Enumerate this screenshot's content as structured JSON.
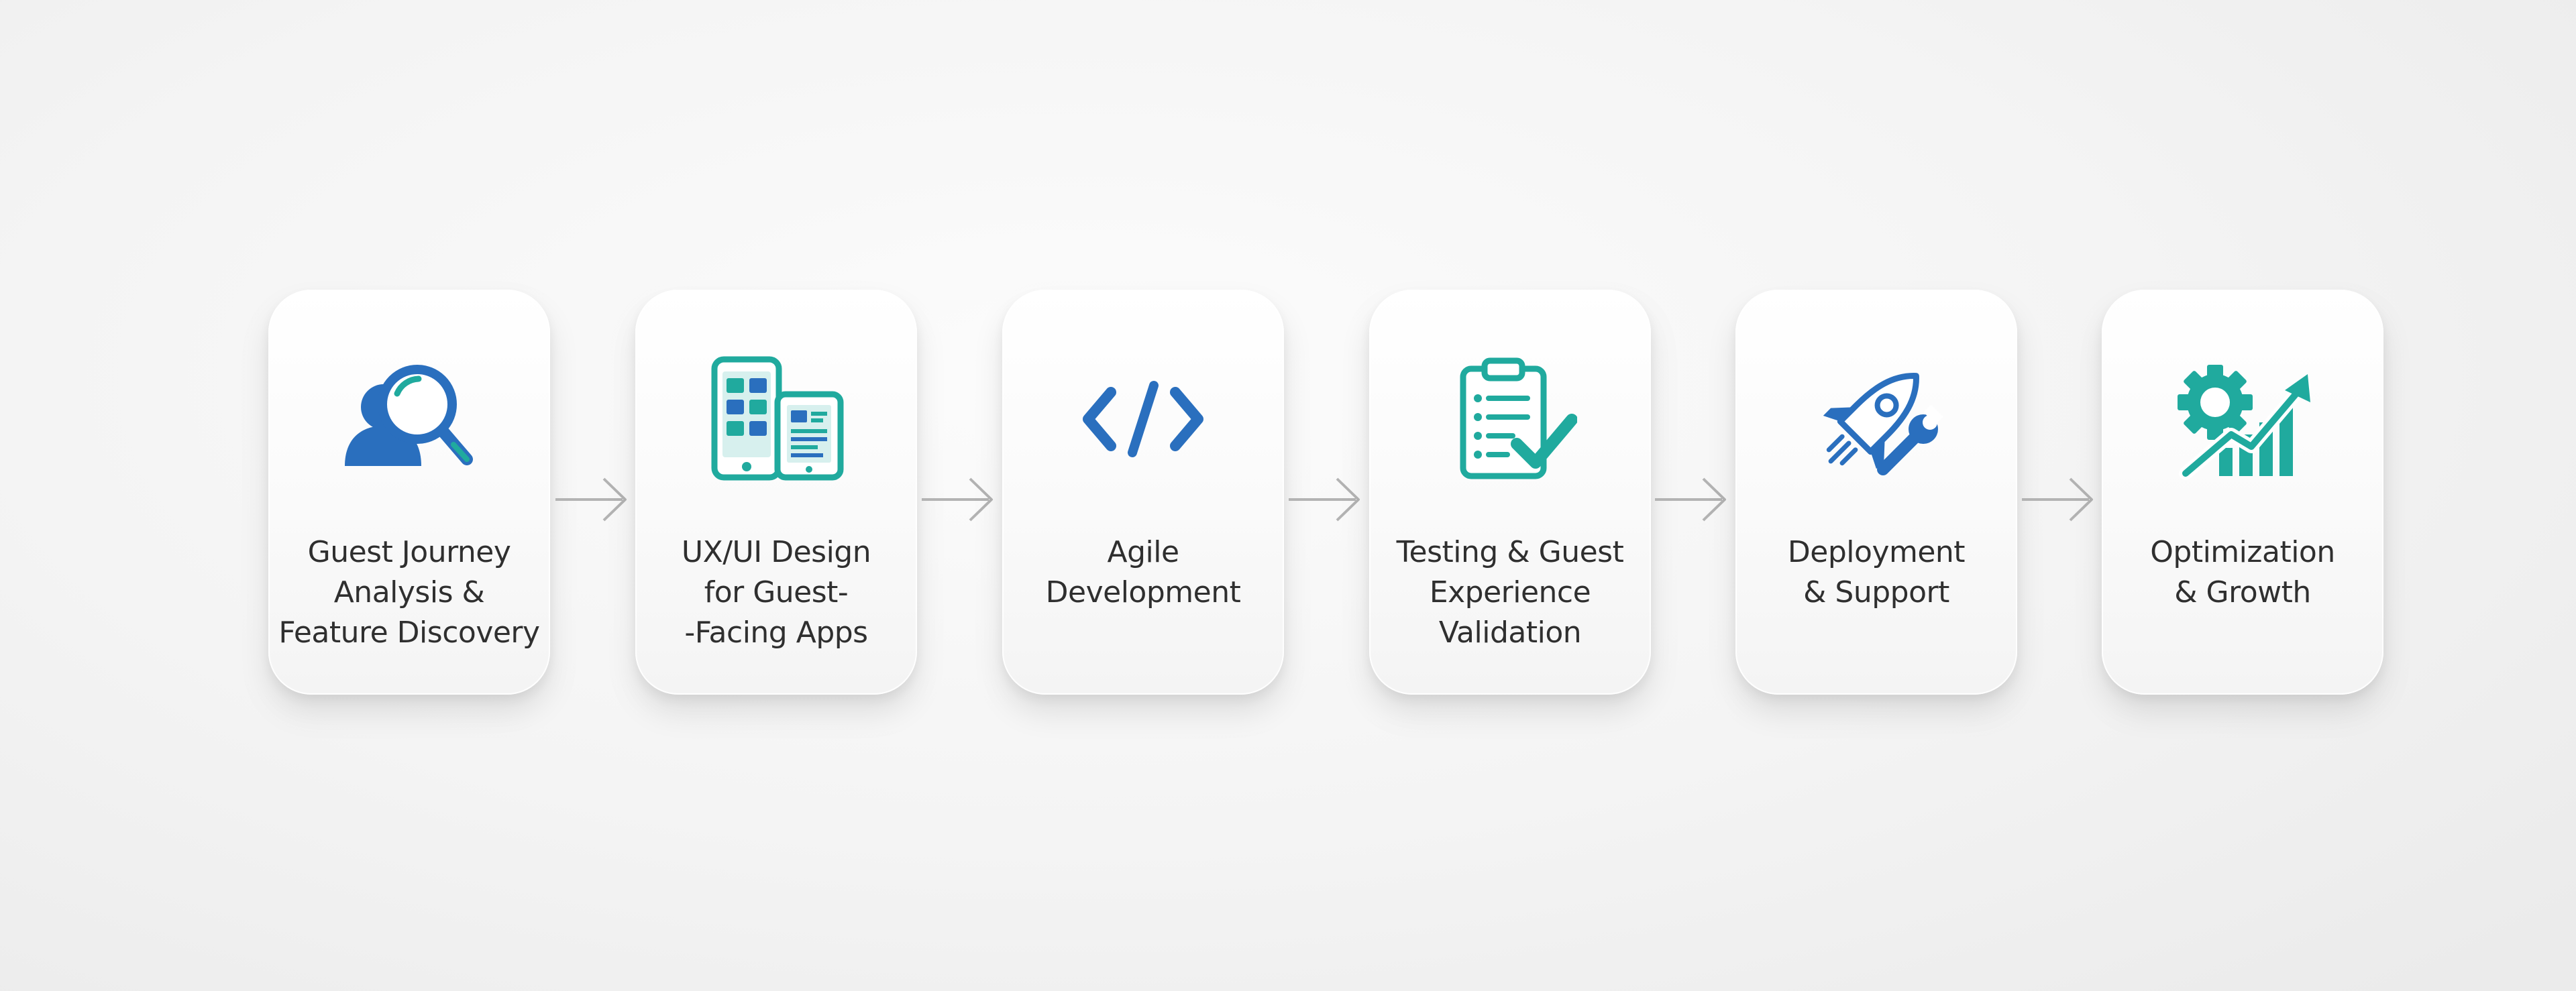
{
  "colors": {
    "blue": "#2a6fbe",
    "teal": "#20aa9e",
    "connector": "#b3b3b3",
    "card_text": "#2f2f2f"
  },
  "steps": [
    {
      "icon": "user-search-icon",
      "label_lines": [
        "Guest Journey",
        "Analysis &",
        "Feature Discovery"
      ]
    },
    {
      "icon": "mobile-devices-icon",
      "label_lines": [
        "UX/UI Design",
        "for Guest-",
        "-Facing Apps"
      ]
    },
    {
      "icon": "code-brackets-icon",
      "label_lines": [
        "Agile",
        "Development"
      ]
    },
    {
      "icon": "clipboard-check-icon",
      "label_lines": [
        "Testing & Guest",
        "Experience",
        "Validation"
      ]
    },
    {
      "icon": "rocket-wrench-icon",
      "label_lines": [
        "Deployment",
        "& Support"
      ]
    },
    {
      "icon": "gear-growth-chart-icon",
      "label_lines": [
        "Optimization",
        "& Growth"
      ]
    }
  ]
}
